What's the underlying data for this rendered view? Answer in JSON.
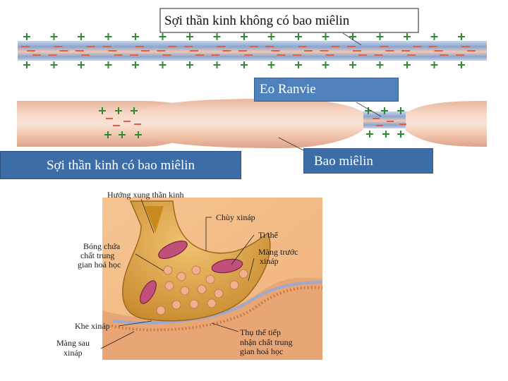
{
  "labels": {
    "unmyelinated": "Sợi thần kinh không có bao miêlin",
    "node": "Eo Ranvie",
    "myelinated": "Sợi thần kinh có bao miêlin",
    "sheath": "Bao miêlin"
  },
  "synapse_labels": {
    "direction": "Hướng xung thần kinh",
    "knob": "Chùy xináp",
    "mitochondria": "Ti thể",
    "vesicle_1": "Bóng chứa",
    "vesicle_2": "chất trung",
    "vesicle_3": "gian hoá học",
    "pre_membrane_1": "Màng trước",
    "pre_membrane_2": "xináp",
    "cleft": "Khe xináp",
    "post_membrane_1": "Màng sau",
    "post_membrane_2": "xináp",
    "receptor_1": "Thụ thể tiếp",
    "receptor_2": "nhận chất trung",
    "receptor_3": "gian hoá học"
  },
  "colors": {
    "plus": "#2e8b2e",
    "minus": "#e06040",
    "axon_blue": "#8aa6d0",
    "myelin": "#f2c8b0",
    "synapse_bg": "#f4c79a",
    "knob": "#d9a14a",
    "mitochondria": "#c0507a",
    "vesicle": "#f0b08a",
    "blue_box": "#4f81bd"
  }
}
